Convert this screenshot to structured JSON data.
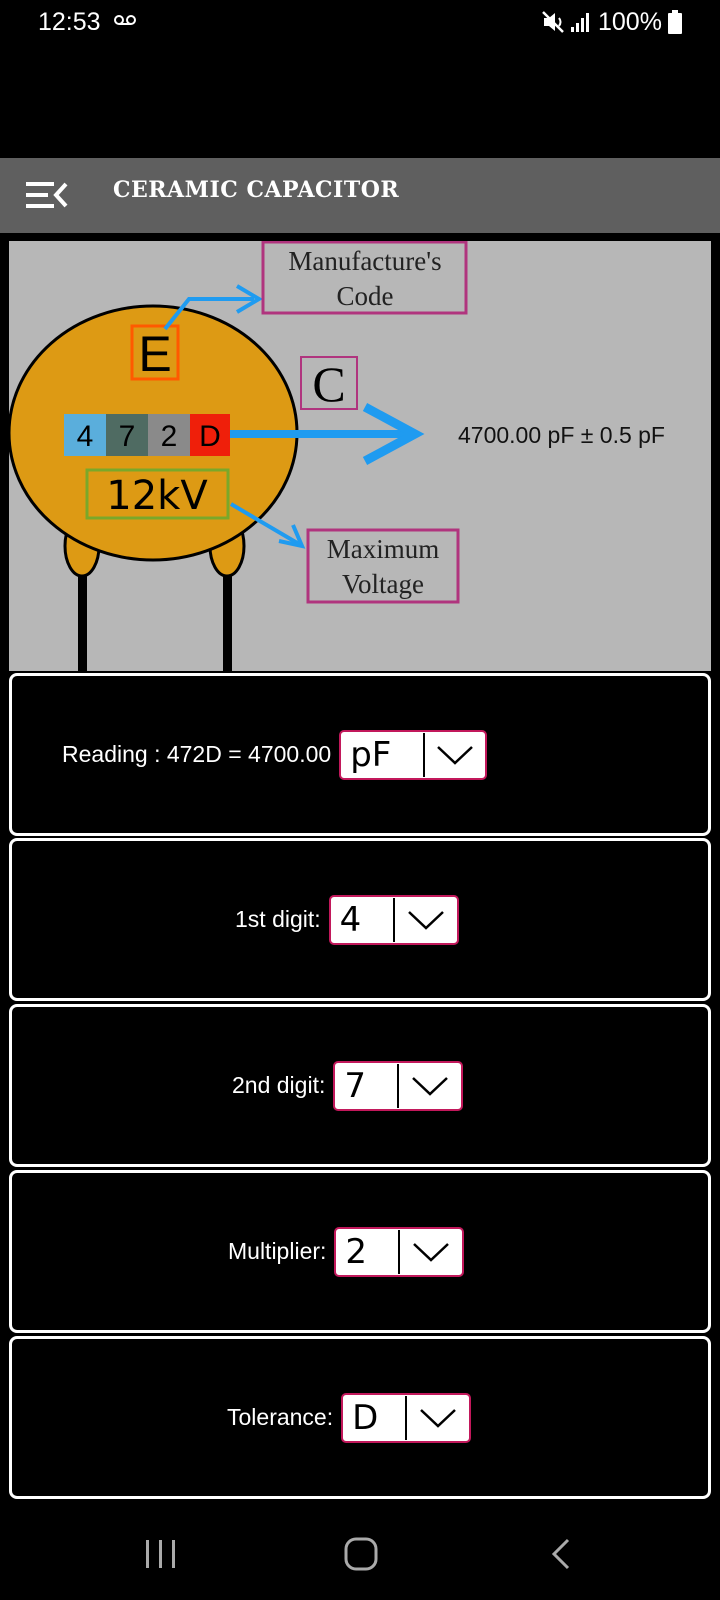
{
  "status_bar": {
    "time": "12:53",
    "battery": "100%",
    "icons": [
      "voicemail-icon",
      "mute-icon",
      "signal-icon",
      "battery-icon"
    ]
  },
  "app_bar": {
    "title": "CERAMIC CAPACITOR",
    "menu_icon": "menu-collapse-icon",
    "color": "#5f5f5f"
  },
  "diagram": {
    "manufacturer_code_label": [
      "Manufacture's",
      "Code"
    ],
    "manufacturer_code": "E",
    "tolerance_code": "C",
    "code_digits": [
      "4",
      "7",
      "2",
      "D"
    ],
    "voltage": "12kV",
    "max_voltage_label": [
      "Maximum",
      "Voltage"
    ],
    "result": "4700.00 pF ± 0.5 pF",
    "colors": {
      "body": "#dd9a14",
      "digit1": "#5aaedc",
      "digit2": "#4f6b62",
      "digit3": "#8a8a8a",
      "digit4": "#ef1f0a",
      "arrow": "#1f9bf0",
      "label_border": "#b0347e"
    }
  },
  "reading": {
    "text": "Reading : 472D = 4700.00",
    "unit": "pF"
  },
  "fields": [
    {
      "label": "1st digit:",
      "value": "4"
    },
    {
      "label": "2nd digit:",
      "value": "7"
    },
    {
      "label": "Multiplier:",
      "value": "2"
    },
    {
      "label": "Tolerance:",
      "value": "D"
    }
  ],
  "nav_bar": {
    "icons": [
      "recent-apps-icon",
      "home-icon",
      "back-icon"
    ]
  }
}
